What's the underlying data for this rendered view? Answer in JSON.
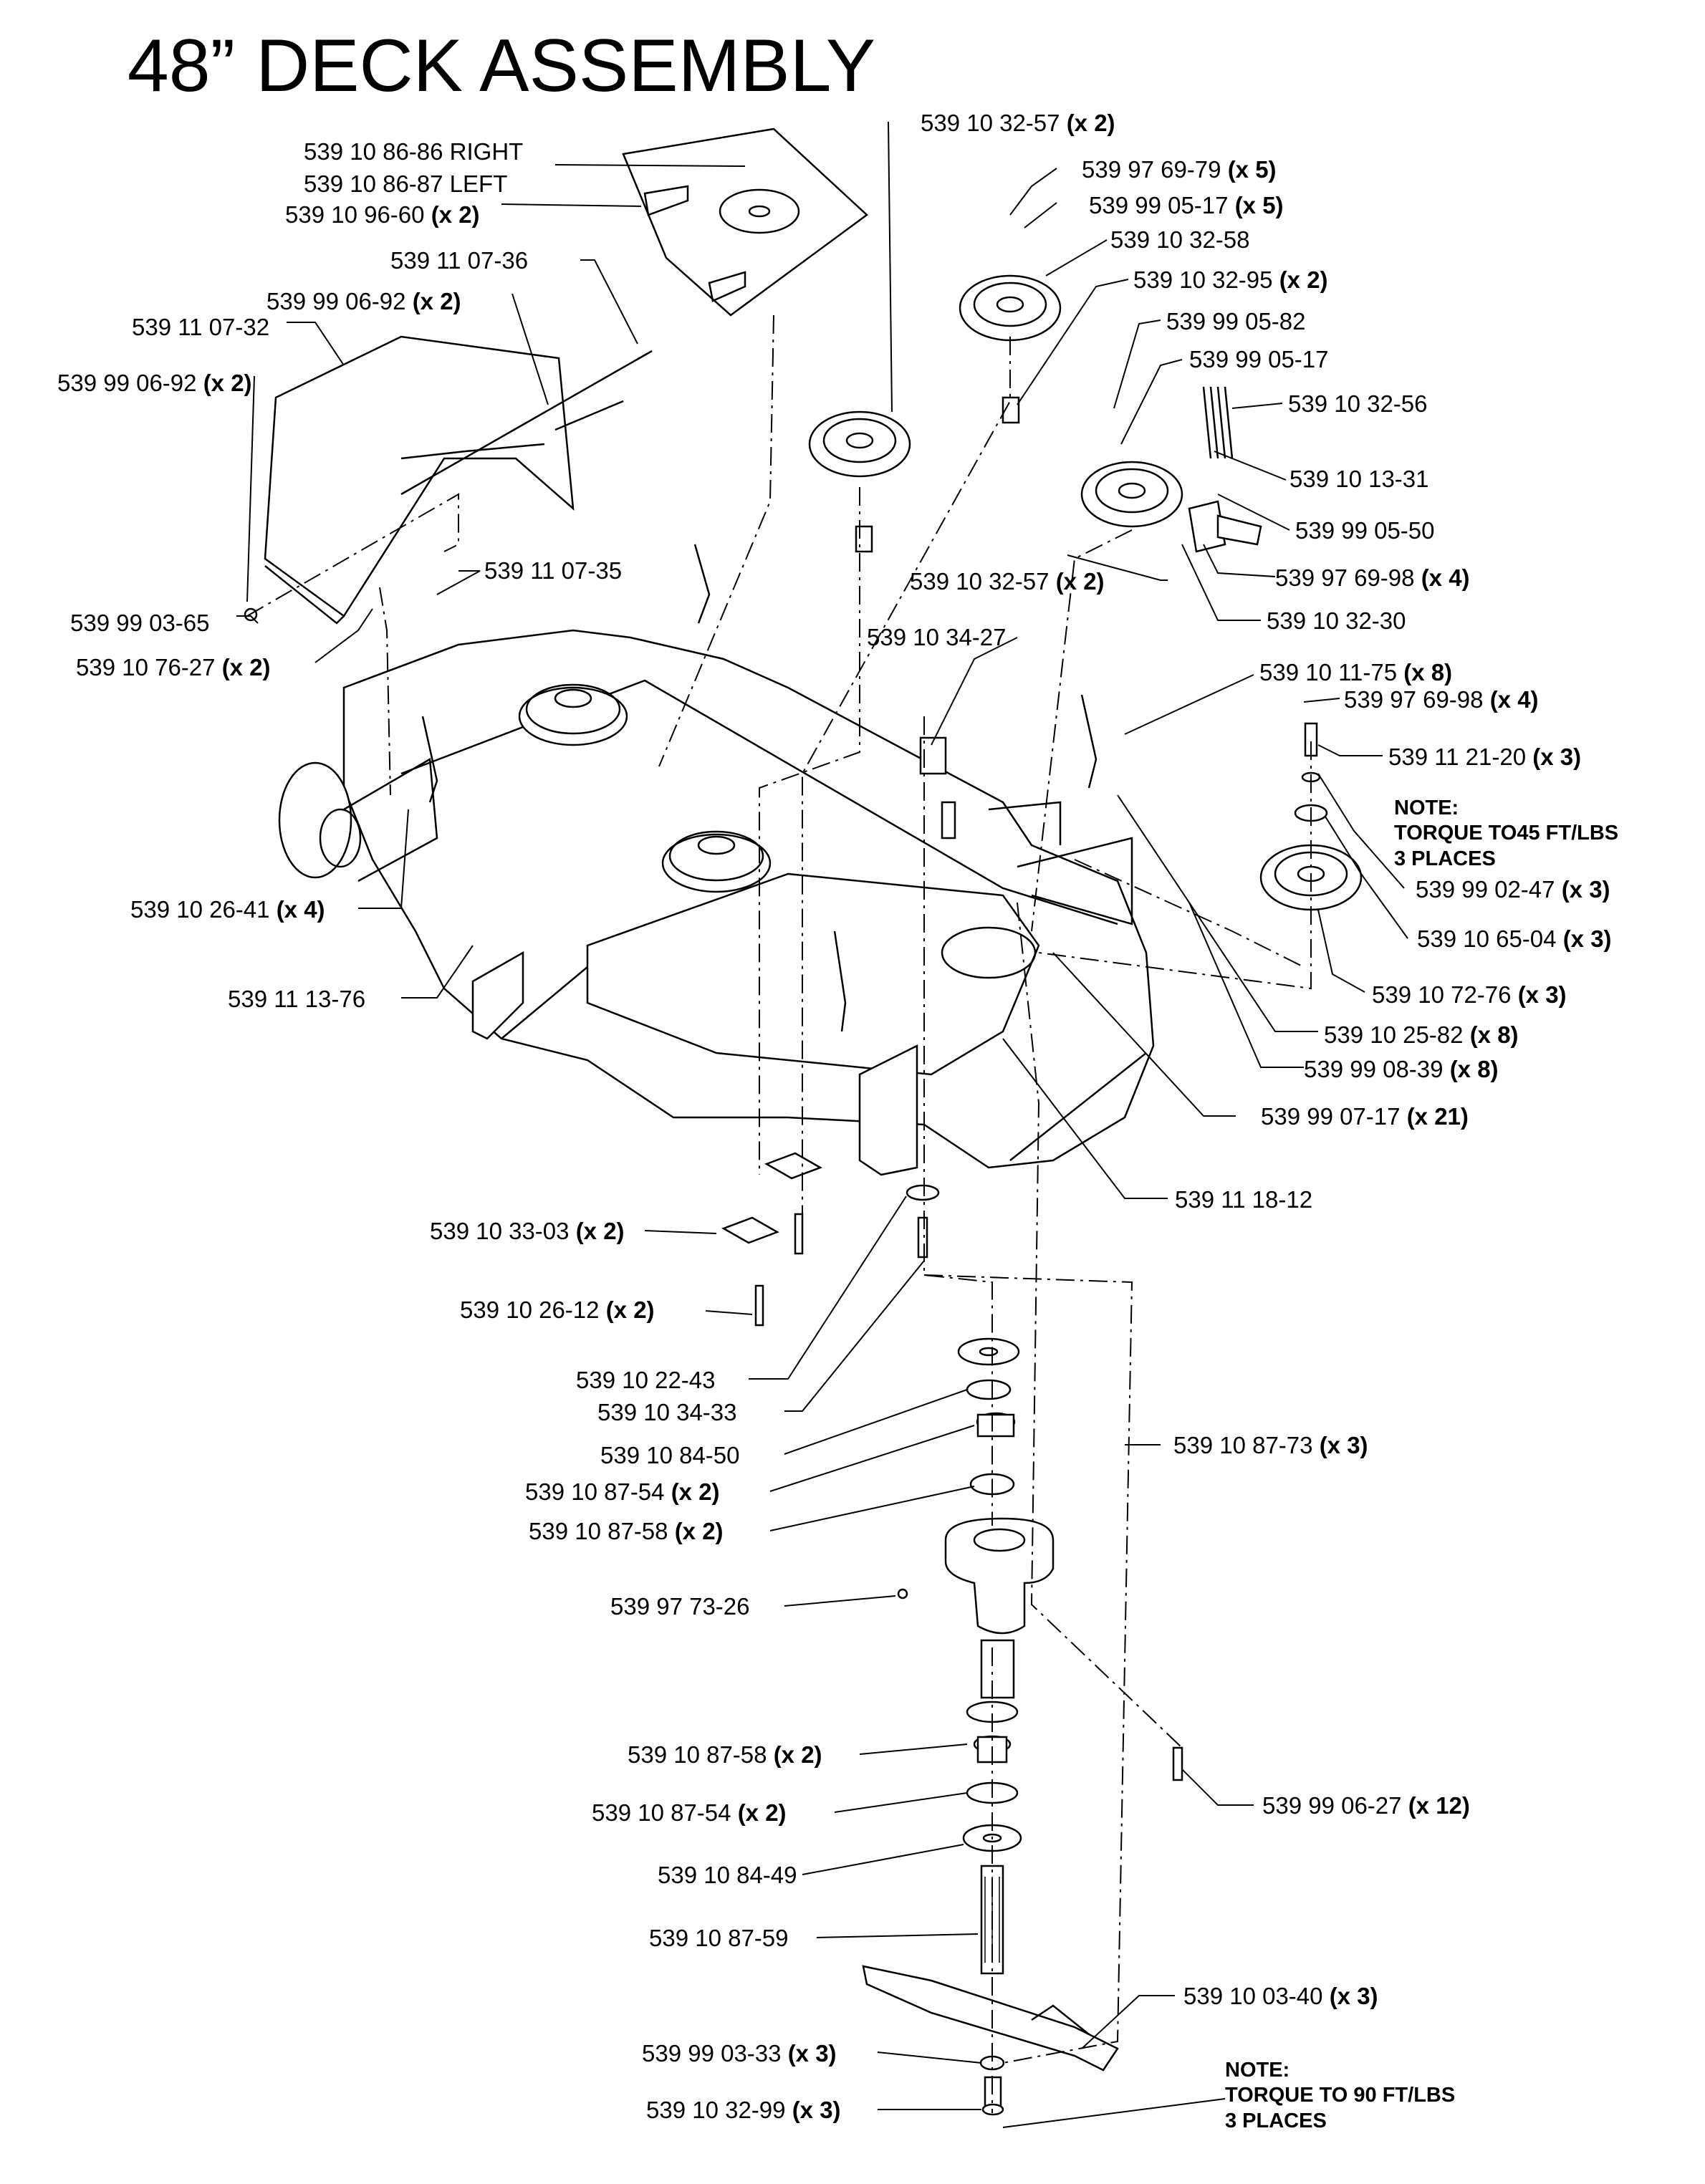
{
  "title": "48” DECK ASSEMBLY",
  "labels": [
    {
      "id": "p01",
      "part": "539 10 86-86 RIGHT",
      "qty": ""
    },
    {
      "id": "p02",
      "part": "539 10 86-87 LEFT",
      "qty": ""
    },
    {
      "id": "p03",
      "part": "539 10 96-60",
      "qty": "(x 2)"
    },
    {
      "id": "p04",
      "part": "539 11 07-36",
      "qty": ""
    },
    {
      "id": "p05",
      "part": "539 99 06-92",
      "qty": "(x 2)"
    },
    {
      "id": "p06",
      "part": "539 11 07-32",
      "qty": ""
    },
    {
      "id": "p07",
      "part": "539 99 06-92",
      "qty": "(x 2)"
    },
    {
      "id": "p08",
      "part": "539 99 03-65",
      "qty": ""
    },
    {
      "id": "p09",
      "part": "539 11 07-35",
      "qty": ""
    },
    {
      "id": "p10",
      "part": "539 10 76-27",
      "qty": "(x 2)"
    },
    {
      "id": "p11",
      "part": "539 10 32-57",
      "qty": "(x 2)"
    },
    {
      "id": "p12",
      "part": "539 97 69-79",
      "qty": "(x 5)"
    },
    {
      "id": "p13",
      "part": "539 99 05-17",
      "qty": "(x 5)"
    },
    {
      "id": "p14",
      "part": "539 10 32-58",
      "qty": ""
    },
    {
      "id": "p15",
      "part": "539 10 32-95",
      "qty": "(x 2)"
    },
    {
      "id": "p16",
      "part": "539 99 05-82",
      "qty": ""
    },
    {
      "id": "p17",
      "part": "539 99 05-17",
      "qty": ""
    },
    {
      "id": "p18",
      "part": "539 10 32-56",
      "qty": ""
    },
    {
      "id": "p19",
      "part": "539 10 13-31",
      "qty": ""
    },
    {
      "id": "p20",
      "part": "539 99 05-50",
      "qty": ""
    },
    {
      "id": "p21",
      "part": "539 10 32-57",
      "qty": "(x 2)"
    },
    {
      "id": "p22",
      "part": "539 97 69-98",
      "qty": "(x 4)"
    },
    {
      "id": "p23",
      "part": "539 10 32-30",
      "qty": ""
    },
    {
      "id": "p24",
      "part": "539 10 34-27",
      "qty": ""
    },
    {
      "id": "p25",
      "part": "539 10 11-75",
      "qty": "(x 8)"
    },
    {
      "id": "p26",
      "part": "539 97 69-98",
      "qty": "(x 4)"
    },
    {
      "id": "p27",
      "part": "539 11 21-20",
      "qty": "(x 3)"
    },
    {
      "id": "p28",
      "part": "539 99 02-47",
      "qty": "(x 3)"
    },
    {
      "id": "p29",
      "part": "539 10 65-04",
      "qty": "(x 3)"
    },
    {
      "id": "p30",
      "part": "539 10 72-76",
      "qty": "(x 3)"
    },
    {
      "id": "p31",
      "part": "539 10 25-82",
      "qty": "(x 8)"
    },
    {
      "id": "p32",
      "part": "539 99 08-39",
      "qty": "(x 8)"
    },
    {
      "id": "p33",
      "part": "539 99 07-17",
      "qty": "(x 21)"
    },
    {
      "id": "p34",
      "part": "539 10 26-41",
      "qty": "(x 4)"
    },
    {
      "id": "p35",
      "part": "539 11 13-76",
      "qty": ""
    },
    {
      "id": "p36",
      "part": "539 11 18-12",
      "qty": ""
    },
    {
      "id": "p37",
      "part": "539 10 33-03",
      "qty": "(x 2)"
    },
    {
      "id": "p38",
      "part": "539 10 26-12",
      "qty": "(x 2)"
    },
    {
      "id": "p39",
      "part": "539 10 22-43",
      "qty": ""
    },
    {
      "id": "p40",
      "part": "539 10 34-33",
      "qty": ""
    },
    {
      "id": "p41",
      "part": "539 10 84-50",
      "qty": ""
    },
    {
      "id": "p42",
      "part": "539 10 87-54",
      "qty": "(x 2)"
    },
    {
      "id": "p43",
      "part": "539 10 87-58",
      "qty": "(x 2)"
    },
    {
      "id": "p44",
      "part": "539 10 87-73",
      "qty": "(x 3)"
    },
    {
      "id": "p45",
      "part": "539 97 73-26",
      "qty": ""
    },
    {
      "id": "p46",
      "part": "539 10 87-58",
      "qty": "(x 2)"
    },
    {
      "id": "p47",
      "part": "539 10 87-54",
      "qty": "(x 2)"
    },
    {
      "id": "p48",
      "part": "539 99 06-27",
      "qty": "(x 12)"
    },
    {
      "id": "p49",
      "part": "539 10 84-49",
      "qty": ""
    },
    {
      "id": "p50",
      "part": "539 10 87-59",
      "qty": ""
    },
    {
      "id": "p51",
      "part": "539 10 03-40",
      "qty": "(x 3)"
    },
    {
      "id": "p52",
      "part": "539 99 03-33",
      "qty": "(x 3)"
    },
    {
      "id": "p53",
      "part": "539 10 32-99",
      "qty": "(x 3)"
    }
  ],
  "notes": [
    {
      "id": "n1",
      "lines": [
        "NOTE:",
        "TORQUE TO45 FT/LBS",
        "3 PLACES"
      ]
    },
    {
      "id": "n2",
      "lines": [
        "NOTE:",
        "TORQUE TO 90 FT/LBS",
        "3 PLACES"
      ]
    }
  ]
}
